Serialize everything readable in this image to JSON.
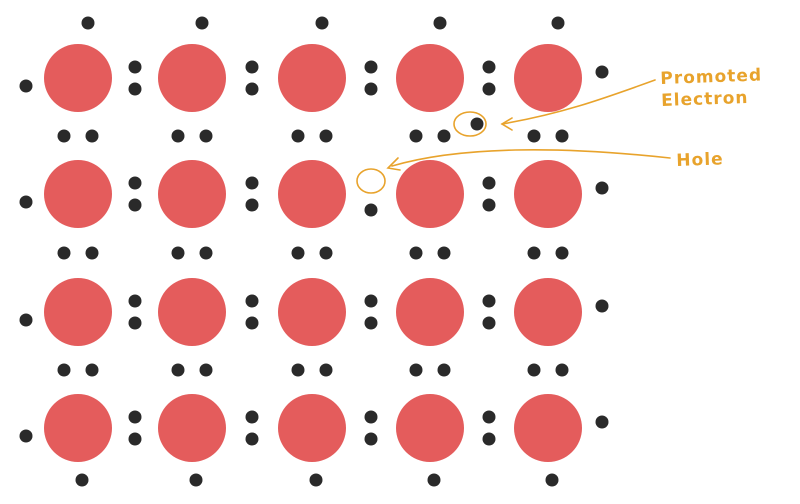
{
  "lattice": {
    "rows": 4,
    "cols": 5,
    "atom_color": "#e45c5c",
    "electron_color": "#2a2a2a"
  },
  "annotations": {
    "promoted_electron": {
      "line1": "Promoted",
      "line2": "Electron"
    },
    "hole": "Hole",
    "color": "#e8a32c"
  }
}
